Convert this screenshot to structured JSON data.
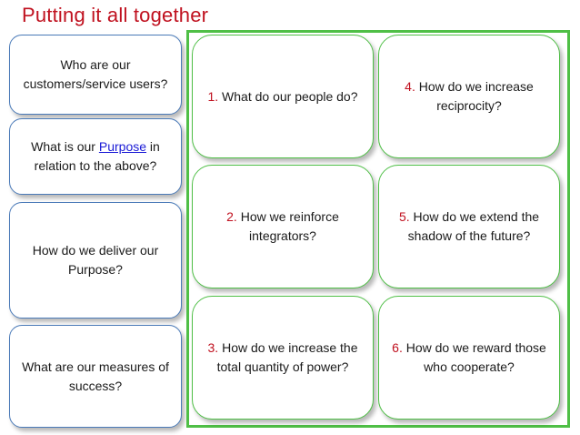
{
  "title": "Putting it all together",
  "left_boxes": [
    {
      "text": "Who are our customers/service users?"
    },
    {
      "pre": "What is our ",
      "link": "Purpose",
      "post": " in relation to the above?"
    },
    {
      "text": "How do we deliver our Purpose?"
    },
    {
      "text": "What are our measures of success?"
    }
  ],
  "grid": [
    {
      "num": "1.",
      "text": " What do our people do?"
    },
    {
      "num": "4.",
      "text": " How do we increase reciprocity?"
    },
    {
      "num": "2.",
      "text": " How we reinforce integrators?"
    },
    {
      "num": "5.",
      "text": " How do we extend the shadow of the future?"
    },
    {
      "num": "3.",
      "text": " How do we increase the total quantity of power?"
    },
    {
      "num": "6.",
      "text": " How do we reward those who cooperate?"
    }
  ],
  "colors": {
    "title": "#c0111f",
    "number": "#c0111f",
    "blue_border": "#4a7ab8",
    "green_border": "#4fbf46",
    "link": "#1a1ad6"
  }
}
